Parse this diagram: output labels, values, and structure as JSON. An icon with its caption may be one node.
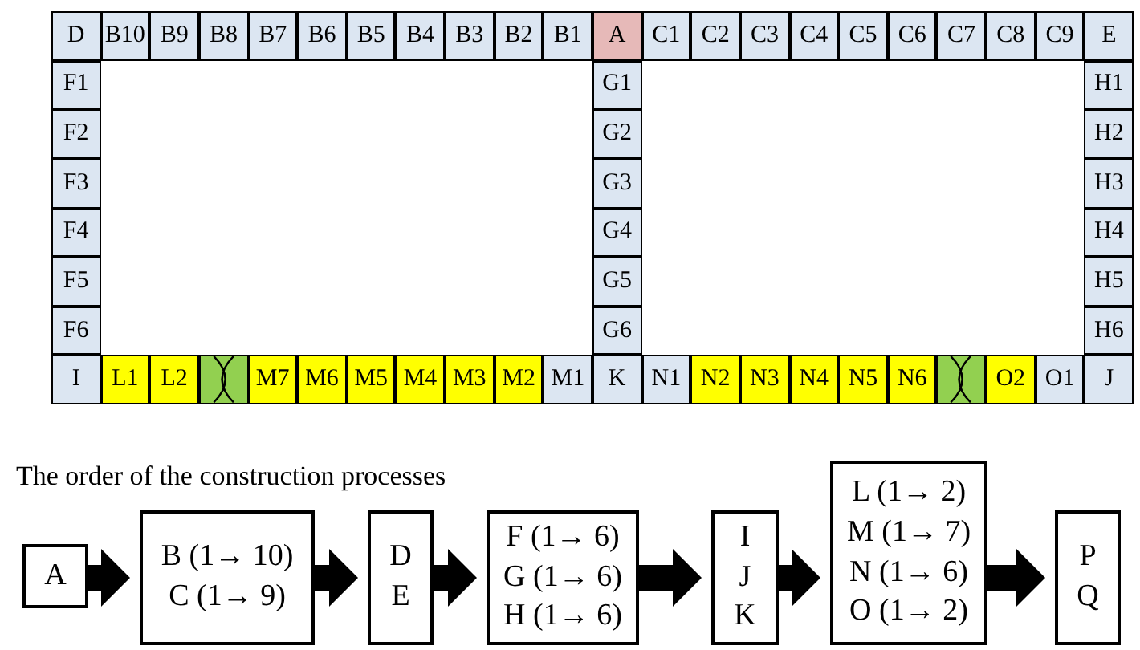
{
  "diagram": {
    "nodes": [
      {
        "text": [
          "D"
        ]
      },
      {
        "text": [
          "B10"
        ]
      },
      {
        "text": [
          "B9"
        ]
      },
      {
        "text": [
          "B8"
        ]
      },
      {
        "text": [
          "B7"
        ]
      },
      {
        "text": [
          "B6"
        ]
      },
      {
        "text": [
          "B5"
        ]
      },
      {
        "text": [
          "B4"
        ]
      },
      {
        "text": [
          "B3"
        ]
      },
      {
        "text": [
          "B2"
        ]
      },
      {
        "text": [
          "B1"
        ]
      },
      {
        "text": [
          "A"
        ]
      },
      {
        "text": [
          "C1"
        ]
      },
      {
        "text": [
          "C2"
        ]
      },
      {
        "text": [
          "C3"
        ]
      },
      {
        "text": [
          "C4"
        ]
      },
      {
        "text": [
          "C5"
        ]
      },
      {
        "text": [
          "C6"
        ]
      },
      {
        "text": [
          "C7"
        ]
      },
      {
        "text": [
          "C8"
        ]
      },
      {
        "text": [
          "C9"
        ]
      },
      {
        "text": [
          "E"
        ]
      },
      {
        "text": [
          "F1"
        ]
      },
      {
        "text": [
          "G1"
        ]
      },
      {
        "text": [
          "H1"
        ]
      },
      {
        "text": [
          "F2"
        ]
      },
      {
        "text": [
          "G2"
        ]
      },
      {
        "text": [
          "H2"
        ]
      },
      {
        "text": [
          "F3"
        ]
      },
      {
        "text": [
          "G3"
        ]
      },
      {
        "text": [
          "H3"
        ]
      },
      {
        "text": [
          "F4"
        ]
      },
      {
        "text": [
          "G4"
        ]
      },
      {
        "text": [
          "H4"
        ]
      },
      {
        "text": [
          "F5"
        ]
      },
      {
        "text": [
          "G5"
        ]
      },
      {
        "text": [
          "H5"
        ]
      },
      {
        "text": [
          "F6"
        ]
      },
      {
        "text": [
          "G6"
        ]
      },
      {
        "text": [
          "H6"
        ]
      },
      {
        "text": [
          "I"
        ]
      },
      {
        "text": [
          "L1"
        ]
      },
      {
        "text": [
          "L2"
        ]
      },
      {
        "text": [],
        "shape": "box"
      },
      {
        "text": [
          "M7"
        ]
      },
      {
        "text": [
          "M6"
        ]
      },
      {
        "text": [
          "M5"
        ]
      },
      {
        "text": [
          "M4"
        ]
      },
      {
        "text": [
          "M3"
        ]
      },
      {
        "text": [
          "M2"
        ]
      },
      {
        "text": [
          "M1"
        ]
      },
      {
        "text": [
          "K"
        ]
      },
      {
        "text": [
          "N1"
        ]
      },
      {
        "text": [
          "N2"
        ]
      },
      {
        "text": [
          "N3"
        ]
      },
      {
        "text": [
          "N4"
        ]
      },
      {
        "text": [
          "N5"
        ]
      },
      {
        "text": [
          "N6"
        ]
      },
      {
        "text": [],
        "shape": "box"
      },
      {
        "text": [
          "O2"
        ]
      },
      {
        "text": [
          "O1"
        ]
      },
      {
        "text": [
          "J"
        ]
      },
      {
        "text": [
          "A"
        ]
      },
      {
        "text": [
          "B (1→ 10)",
          "C (1→ 9)"
        ]
      },
      {
        "text": [
          "D",
          "E"
        ]
      },
      {
        "text": [
          "F (1→ 6)",
          "G (1→ 6)",
          "H (1→ 6)"
        ]
      },
      {
        "text": [
          "I",
          "J",
          "K"
        ]
      },
      {
        "text": [
          "L (1→ 2)",
          "M (1→ 7)",
          "N (1→ 6)",
          "O (1→ 2)"
        ]
      },
      {
        "text": [
          "P",
          "Q"
        ]
      }
    ],
    "edges": [
      {
        "from": 62,
        "to": 63,
        "arrow": "to"
      },
      {
        "from": 63,
        "to": 64,
        "arrow": "to"
      },
      {
        "from": 64,
        "to": 65,
        "arrow": "to"
      },
      {
        "from": 65,
        "to": 66,
        "arrow": "to"
      },
      {
        "from": 66,
        "to": 67,
        "arrow": "to"
      },
      {
        "from": 67,
        "to": 68,
        "arrow": "to"
      }
    ],
    "labels": [
      "The order of the construction processes"
    ]
  }
}
